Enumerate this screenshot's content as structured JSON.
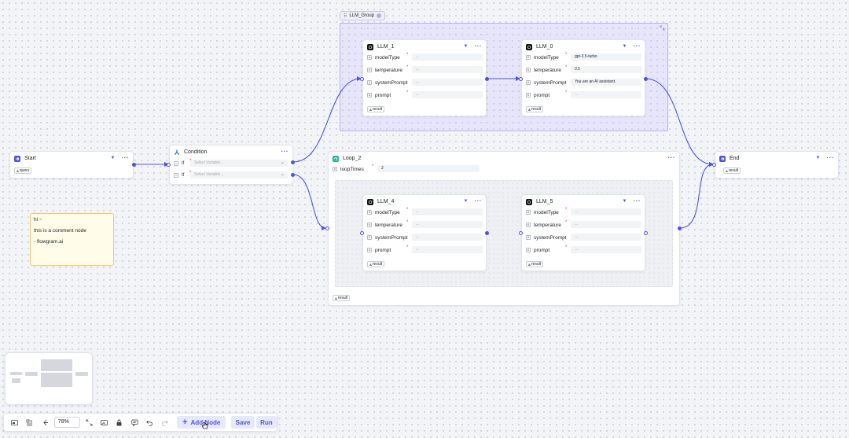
{
  "group": {
    "label": "LLM_Group"
  },
  "nodes": {
    "start": {
      "title": "Start",
      "output": "query"
    },
    "condition": {
      "title": "Condition",
      "rows": [
        {
          "label": "If",
          "placeholder": "Select Variable..."
        },
        {
          "label": "If",
          "placeholder": "Select Variable..."
        }
      ]
    },
    "end": {
      "title": "End",
      "output": "result"
    },
    "llm1": {
      "title": "LLM_1",
      "output": "result",
      "fields": [
        {
          "label": "modelType",
          "value": "..."
        },
        {
          "label": "temperature",
          "value": "..."
        },
        {
          "label": "systemPrompt",
          "value": "..."
        },
        {
          "label": "prompt",
          "value": "..."
        }
      ]
    },
    "llm0": {
      "title": "LLM_0",
      "output": "result",
      "fields": [
        {
          "label": "modelType",
          "value": "gpt-3.5-turbo"
        },
        {
          "label": "temperature",
          "value": "0.5"
        },
        {
          "label": "systemPrompt",
          "value": "You are an AI assistant."
        },
        {
          "label": "prompt",
          "value": "..."
        }
      ]
    },
    "loop2": {
      "title": "Loop_2",
      "output": "result",
      "loop_times_label": "loopTimes",
      "loop_times_value": "2"
    },
    "llm4": {
      "title": "LLM_4",
      "output": "result",
      "fields": [
        {
          "label": "modelType",
          "value": "..."
        },
        {
          "label": "temperature",
          "value": "..."
        },
        {
          "label": "systemPrompt",
          "value": "..."
        },
        {
          "label": "prompt",
          "value": "..."
        }
      ]
    },
    "llm5": {
      "title": "LLM_5",
      "output": "result",
      "fields": [
        {
          "label": "modelType",
          "value": "..."
        },
        {
          "label": "temperature",
          "value": "..."
        },
        {
          "label": "systemPrompt",
          "value": "..."
        },
        {
          "label": "prompt",
          "value": "..."
        }
      ]
    }
  },
  "comment": {
    "lines": [
      "hi ~",
      "this is a comment node",
      "- flowgram.ai"
    ]
  },
  "toolbar": {
    "zoom": "78%",
    "add_node": "Add Node",
    "save": "Save",
    "run": "Run"
  },
  "colors": {
    "accent": "#4d53e8",
    "group_fill": "#ddd9fb",
    "comment_border": "#f3c56a",
    "start_icon": "#4d53e8",
    "condition_icon": "#3f7cf6",
    "loop_icon": "#2bb5a5",
    "llm_icon": "#111111"
  },
  "icons": {
    "start": "arrow-in-icon",
    "condition": "branch-icon",
    "end": "arrow-out-icon",
    "llm": "openai-icon",
    "loop": "loop-icon",
    "group": "drag-handle-icon",
    "toolbar": [
      "minimap-icon",
      "auto-layout-icon",
      "fit-view-icon",
      "expand-icon",
      "image-icon",
      "lock-icon",
      "comment-icon",
      "undo-icon",
      "redo-icon",
      "plus-icon"
    ]
  }
}
